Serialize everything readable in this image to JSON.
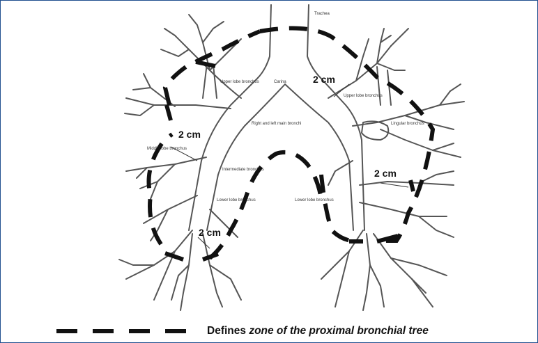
{
  "labels": {
    "trachea": "Trachea",
    "carina": "Carina",
    "right_upper_lobe_bronchus": "Upper lobe bronchus",
    "left_upper_lobe_bronchus": "Upper lobe bronchus",
    "right_left_main": "Right and left main bronchi",
    "lingular": "Lingular bronchus",
    "middle_lobe": "Middle lobe bronchus",
    "intermediate": "Intermediate bronchus",
    "right_lower_lobe": "Lower lobe bronchus",
    "left_lower_lobe": "Lower lobe bronchus"
  },
  "measurements": {
    "upper_left": "2 cm",
    "middle_right": "2 cm",
    "left_lingular": "2 cm",
    "lower_right": "2 cm"
  },
  "legend": {
    "prefix": "Defines ",
    "emphasis": "zone of the proximal bronchial tree"
  },
  "colors": {
    "ink": "#111111",
    "bronchus_outline": "#555555",
    "frame": "#1f4f8f"
  }
}
